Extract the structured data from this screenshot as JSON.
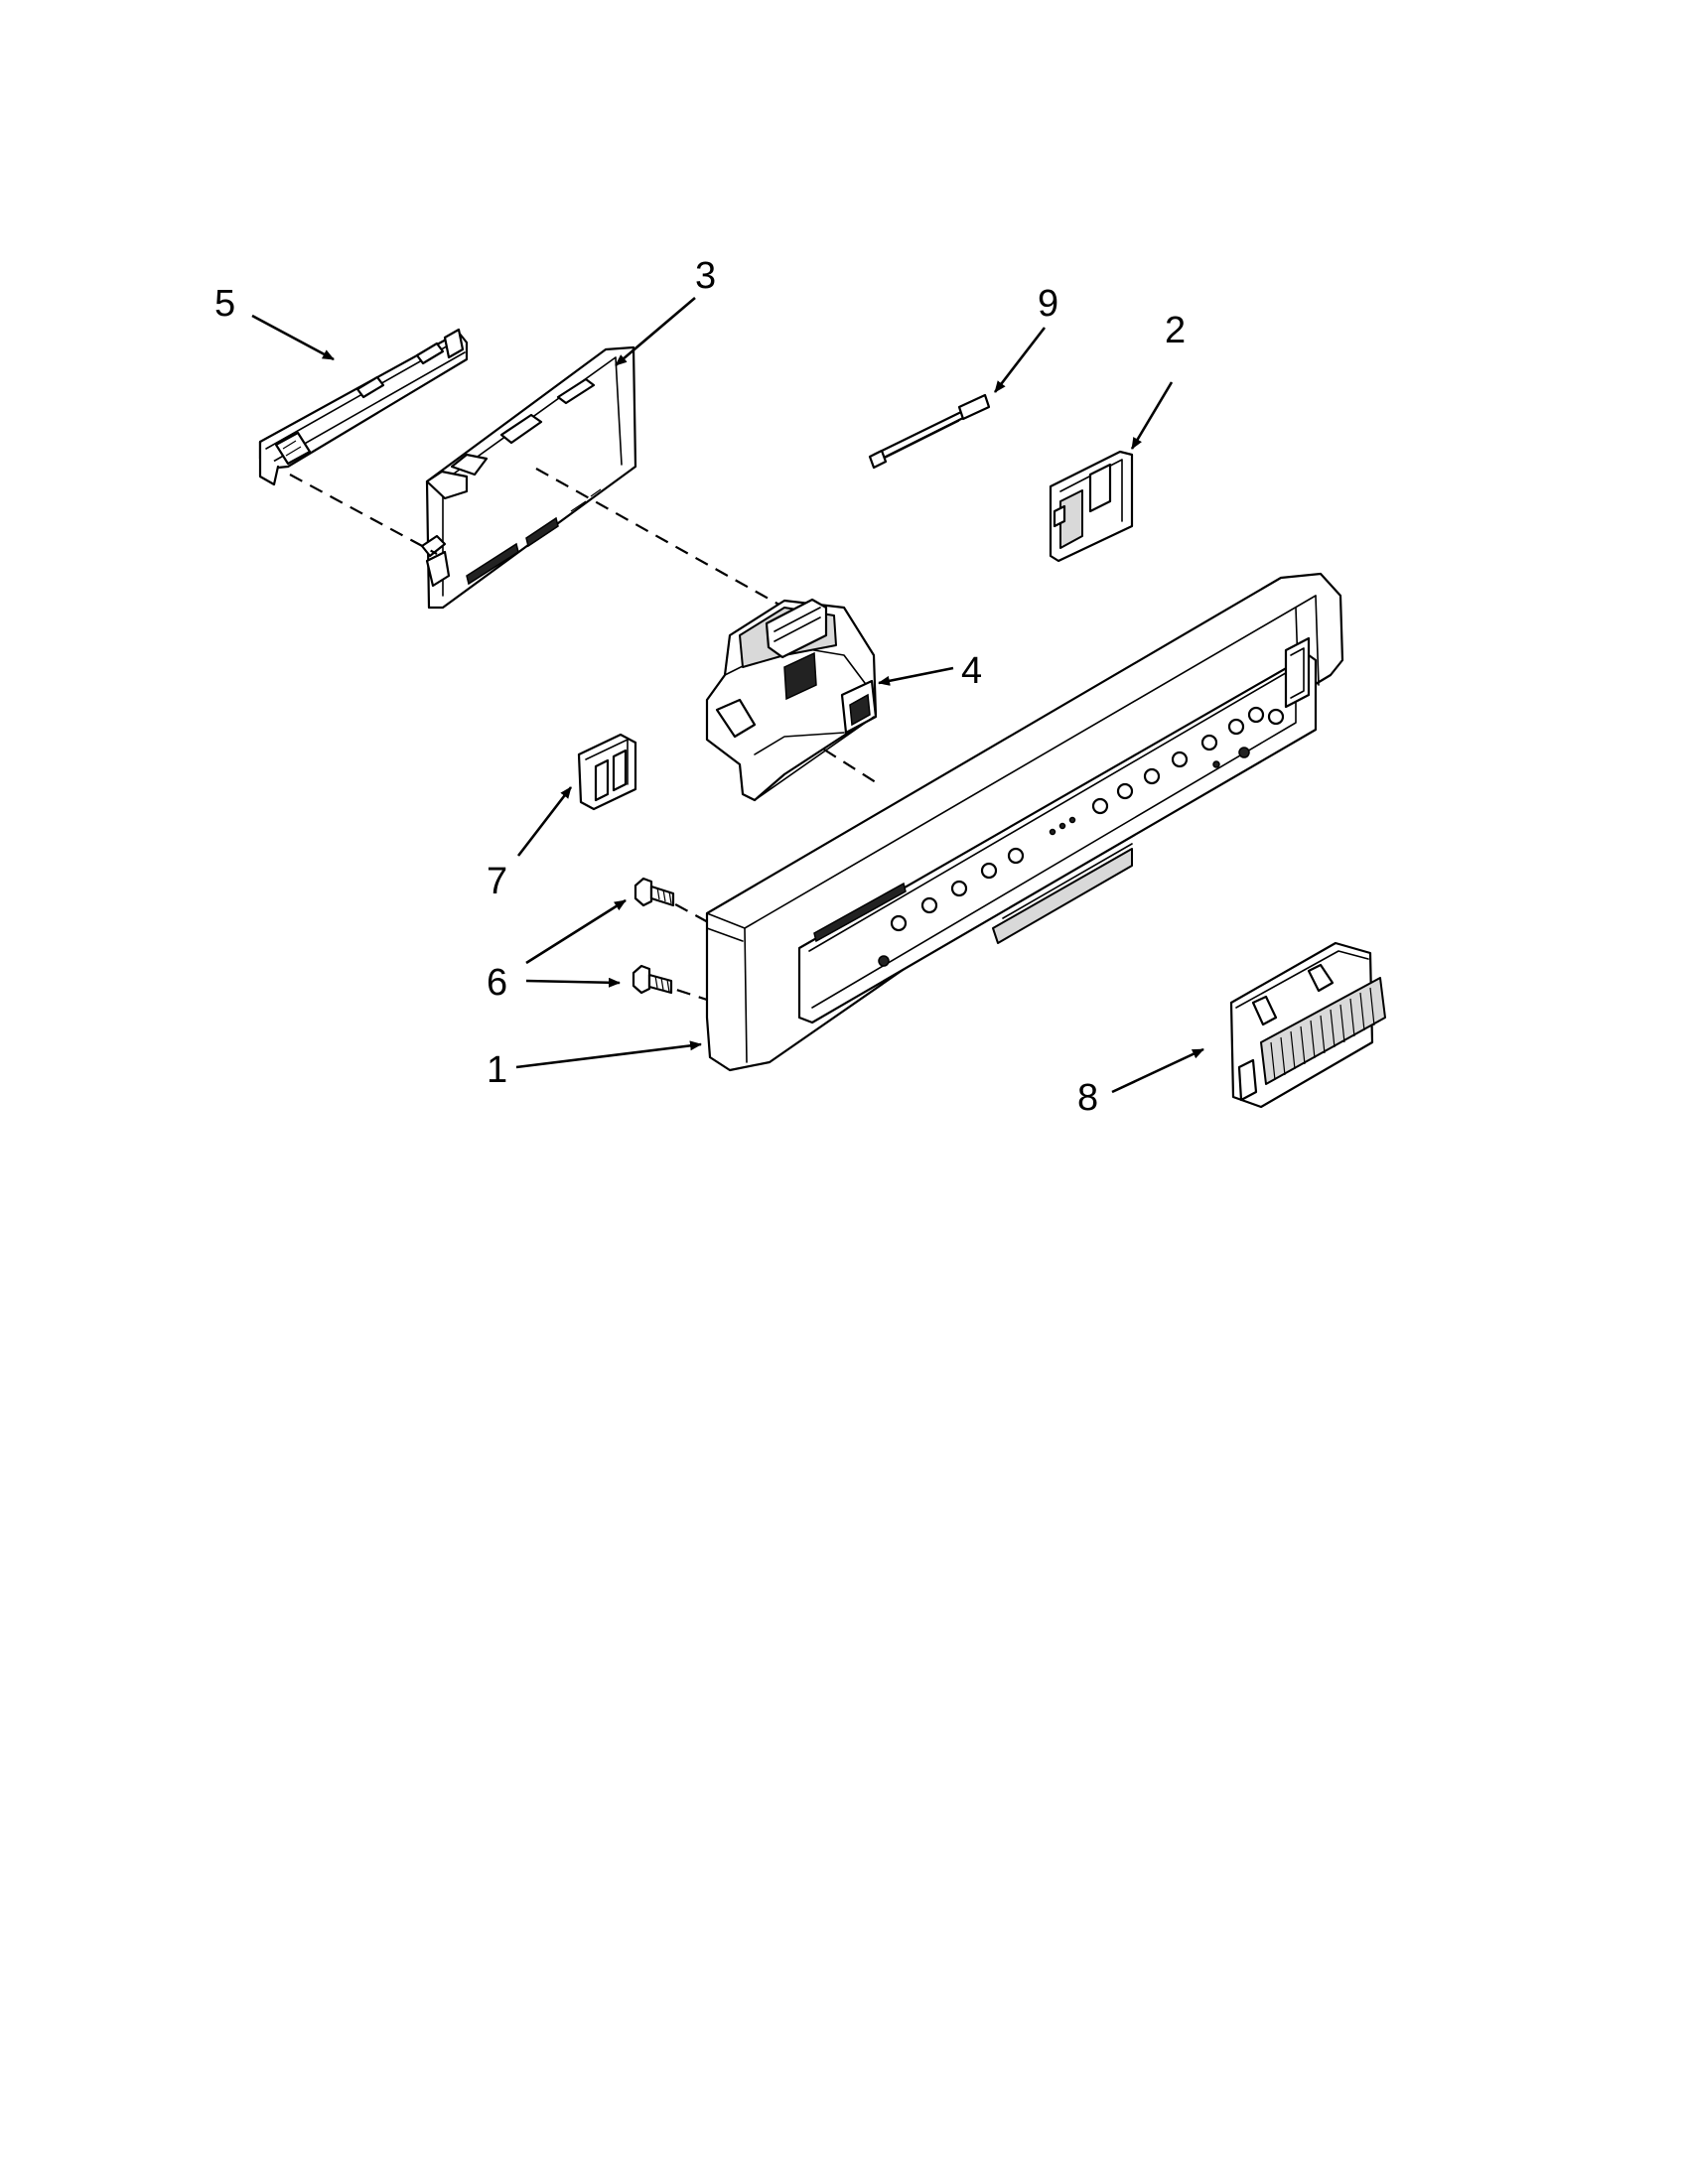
{
  "callouts": {
    "c1": "1",
    "c2": "2",
    "c3": "3",
    "c4": "4",
    "c5": "5",
    "c6": "6",
    "c7": "7",
    "c8": "8",
    "c9": "9"
  },
  "colors": {
    "line": "#000000",
    "background": "#ffffff",
    "shade": "#d9d9d9"
  }
}
